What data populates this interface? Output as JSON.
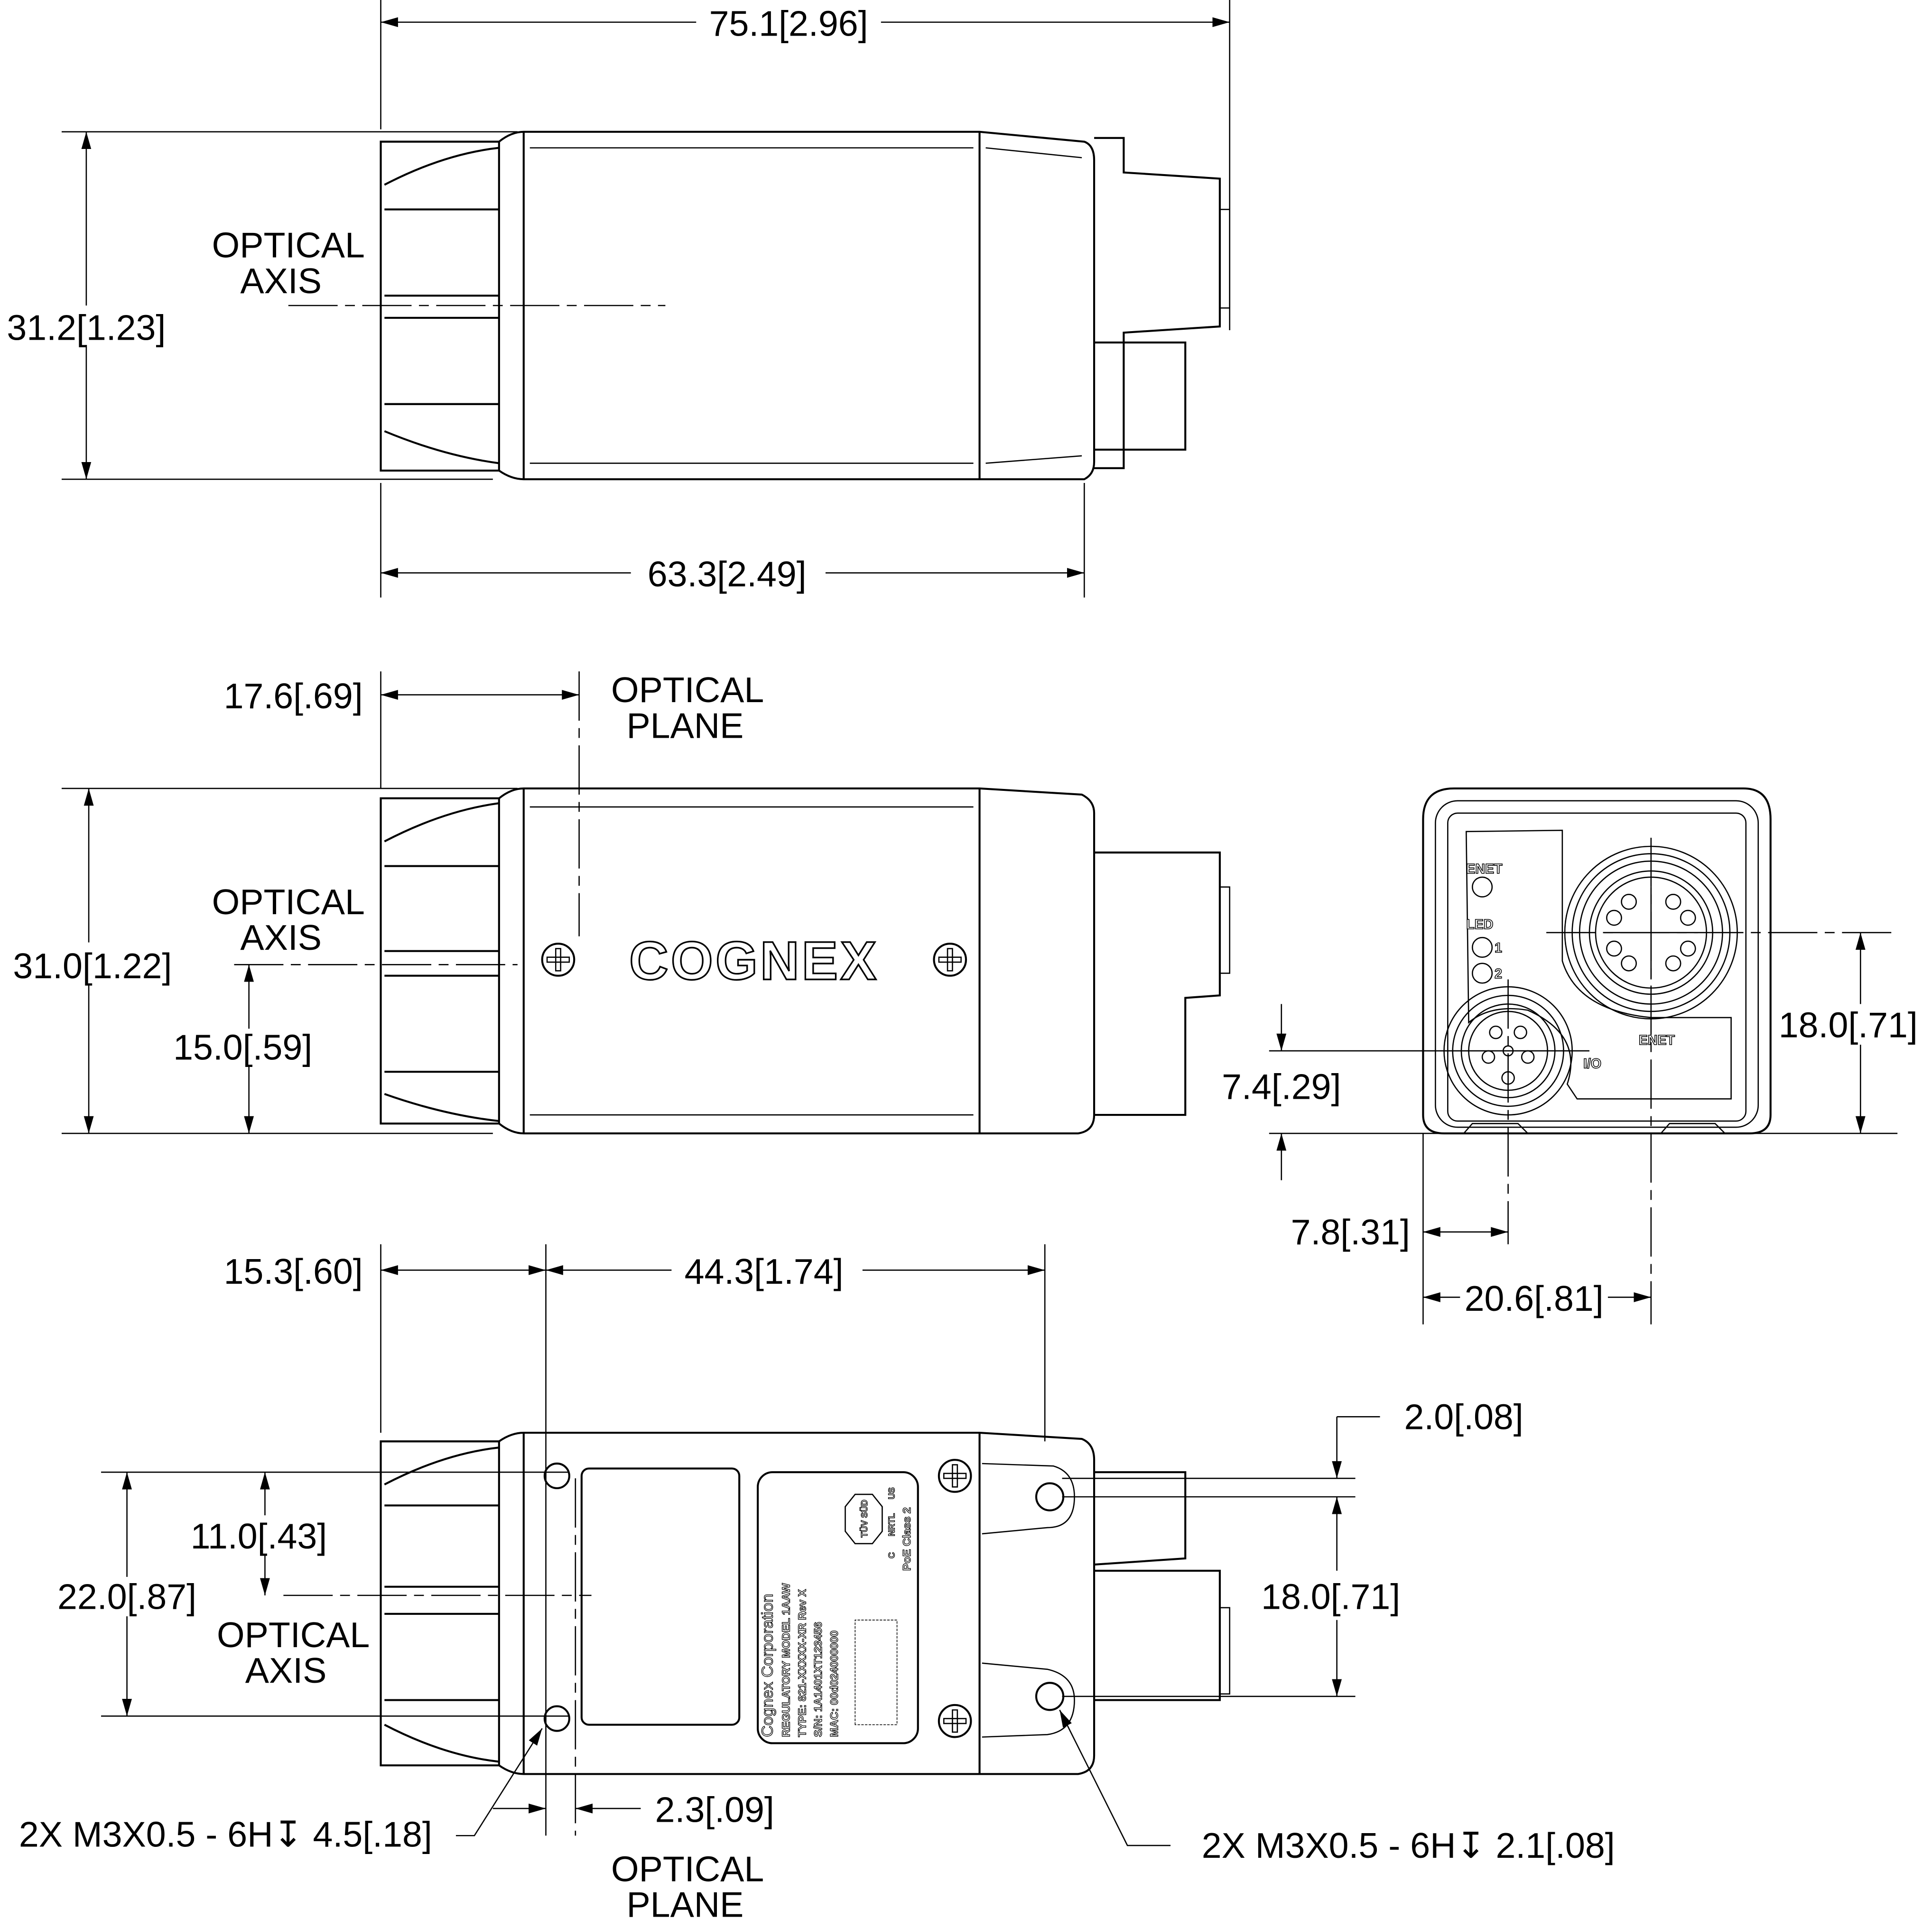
{
  "drawing": {
    "top_view": {
      "overall_length": "75.1[2.96]",
      "height": "31.2[1.23]",
      "body_length": "63.3[2.49]",
      "optical_axis_line1": "OPTICAL",
      "optical_axis_line2": "AXIS"
    },
    "side_view": {
      "optical_plane_offset": "17.6[.69]",
      "optical_plane_line1": "OPTICAL",
      "optical_plane_line2": "PLANE",
      "height": "31.0[1.22]",
      "optical_axis_height": "15.0[.59]",
      "optical_axis_line1": "OPTICAL",
      "optical_axis_line2": "AXIS",
      "logo": "COGNEX"
    },
    "end_view": {
      "enet_led": "ENET",
      "led": "LED",
      "led1": "1",
      "led2": "2",
      "io_label": "I/O",
      "enet_connector": "ENET",
      "enet_height": "18.0[.71]",
      "io_height": "7.4[.29]",
      "io_offset": "7.8[.31]",
      "enet_offset": "20.6[.81]"
    },
    "bottom_view": {
      "front_offset": "15.3[.60]",
      "hole_spacing": "44.3[1.74]",
      "rear_hole_offset": "2.0[.08]",
      "half_spacing": "11.0[.43]",
      "front_hole_spacing": "22.0[.87]",
      "rear_hole_spacing": "18.0[.71]",
      "optical_axis_line1": "OPTICAL",
      "optical_axis_line2": "AXIS",
      "optical_plane_offset": "2.3[.09]",
      "optical_plane_line1": "OPTICAL",
      "optical_plane_line2": "PLANE",
      "front_thread_callout": "2X M3X0.5 - 6H↧ 4.5[.18]",
      "rear_thread_callout": "2X M3X0.5 - 6H↧ 2.1[.08]",
      "label": {
        "company": "Cognex Corporation",
        "model": "REGULATORY MODEL 1AAW",
        "type": "TYPE: 821-XXXXX-XR Rev X",
        "serial": "S/N: 1A1401XT123456",
        "mac": "MAC: 00d024000000",
        "cert_mark": "TÜV SÜD",
        "nrtl": "NRTL",
        "c": "C",
        "us": "US",
        "poe": "PoE Class 2"
      }
    }
  }
}
